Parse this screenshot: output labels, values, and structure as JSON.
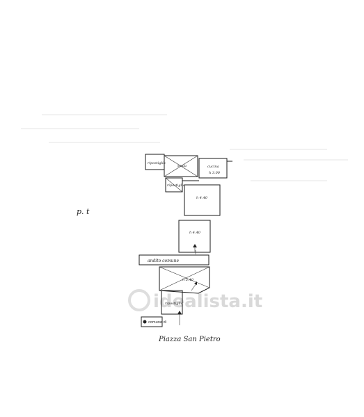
{
  "floor_label": "p. t",
  "street_label": "Piazza San Pietro",
  "rooms": {
    "top_left": "ripostiglio",
    "top_middle": "scala",
    "top_right": "cucina",
    "top_right_height": "h 3.00",
    "small_right": "ripostiglio",
    "room_1": "h 4.40",
    "room_2": "h 4.40",
    "corridor": "andito comune",
    "hall": "h 5.40",
    "lower": "ripostiglio"
  },
  "stamp": "comune di",
  "watermark": "idealista.it"
}
